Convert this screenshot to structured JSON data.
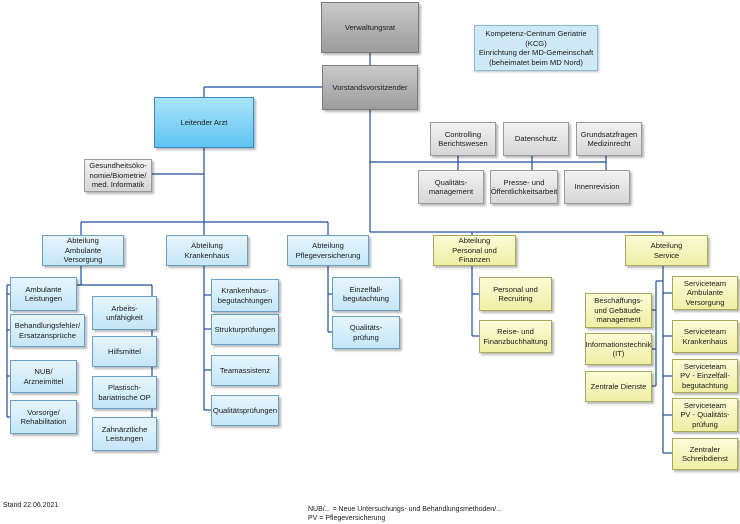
{
  "chart": {
    "verwaltungsrat": "Verwaltungsrat",
    "kcg": "Kompetenz-Centrum Geriatrie (KCG)\nEinrichtung der MD-Gemeinschaft\n(beheimatet beim MD Nord)",
    "vorstand": "Vorstandsvorsitzender",
    "leitender_arzt": "Leitender Arzt",
    "gesundheit": "Gesundheitsöko-\nnomie/Biometrie/\nmed. Informatik",
    "controlling": "Controlling\nBerichtswesen",
    "datenschutz": "Datenschutz",
    "grundsatz": "Grundsatzfragen\nMedizinrecht",
    "qualitaet_mgmt": "Qualitäts-\nmanagement",
    "presse": "Presse- und\nÖffentlichkeitsarbeit",
    "innenrevision": "Innenrevision"
  },
  "departments": {
    "ambulant": {
      "title": "Abteilung\nAmbulante Versorgung",
      "left": [
        "Ambulante\nLeistungen",
        "Behandlungsfehler/\nErsatzansprüche",
        "NUB/\nArzneimittel",
        "Vorsorge/\nRehabilitation"
      ],
      "right": [
        "Arbeits-\nunfähigkeit",
        "Hilfsmittel",
        "Plastisch-\nbariatrische OP",
        "Zahnärztliche\nLeistungen"
      ]
    },
    "krankenhaus": {
      "title": "Abteilung\nKrankenhaus",
      "items": [
        "Krankenhaus-\nbegutachtungen",
        "Strukturprüfungen",
        "Teamassistenz",
        "Qualitätsprüfungen"
      ]
    },
    "pflege": {
      "title": "Abteilung\nPflegeversicherung",
      "items": [
        "Einzelfall-\nbegutachtung",
        "Qualitäts-\nprüfung"
      ]
    },
    "personal": {
      "title": "Abteilung\nPersonal und Finanzen",
      "items": [
        "Personal und\nRecruiting",
        "Reise- und\nFinanzbuchhaltung"
      ]
    },
    "service": {
      "title": "Abteilung\nService",
      "left": [
        "Beschaffungs-\nund Gebäude-\nmanagement",
        "Informationstechnik\n(IT)",
        "Zentrale Dienste"
      ],
      "right": [
        "Serviceteam\nAmbulante\nVersorgung",
        "Serviceteam\nKrankenhaus",
        "Serviceteam\nPV - Einzelfall-\nbegutachtung",
        "Serviceteam\nPV - Qualitäts-\nprüfung",
        "Zentraler\nSchreibdienst"
      ]
    }
  },
  "footer": {
    "stand": "Stand 22.06.2021",
    "nub": "NUB/... =  Neue Untersuchungs- und Behandlungsmethoden/...",
    "pv": "PV = Pflegeversicherung"
  },
  "colors": {
    "line": "#1f4e9a",
    "top_box": "#b2b2b2",
    "lead_box": "#6fcaf2",
    "department_box": "#d3ecfa",
    "finance_service_box": "#f4f4bc"
  }
}
